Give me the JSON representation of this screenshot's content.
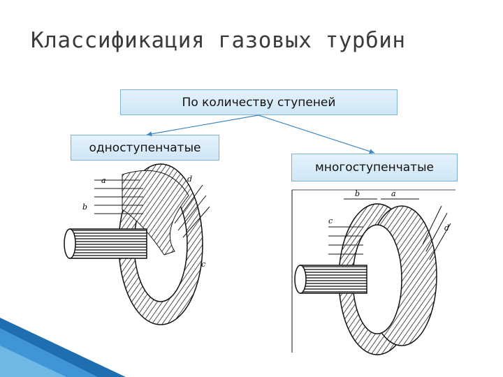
{
  "title": "Классификация газовых турбин",
  "diagram": {
    "root_label": "По количеству ступеней",
    "single_label": "одноступенчатые",
    "multi_label": "многоступенчатые"
  },
  "figure_left": {
    "letters": [
      "a",
      "b",
      "d",
      "c"
    ]
  },
  "figure_right": {
    "letters": [
      "b",
      "a",
      "c",
      "d"
    ]
  },
  "colors": {
    "box_fill": "#d6ebf8",
    "box_border": "#7fb3d6",
    "connector": "#3f86c4",
    "corner": "#1f6fb0"
  }
}
